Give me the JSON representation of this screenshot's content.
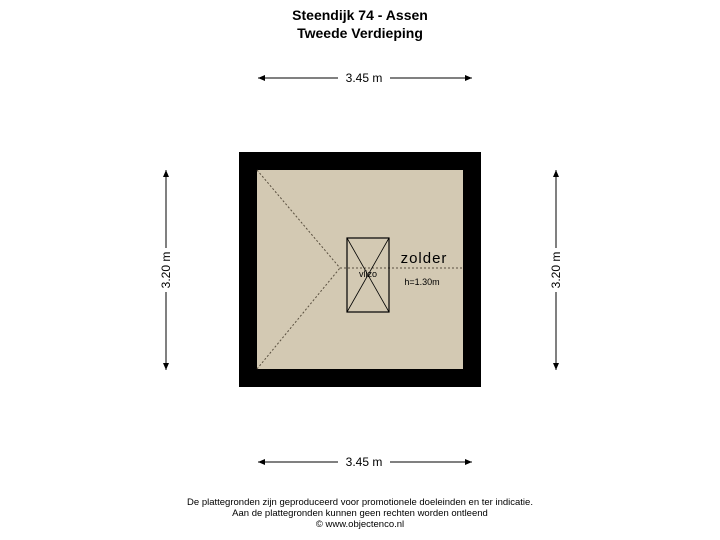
{
  "header": {
    "title": "Steendijk 74 - Assen",
    "subtitle": "Tweede Verdieping"
  },
  "dimensions": {
    "top_width": "3.45 m",
    "bottom_width": "3.45 m",
    "left_height": "3.20 m",
    "right_height": "3.20 m"
  },
  "room": {
    "name": "zolder",
    "height_note": "h=1.30m",
    "hatch_label": "vlizo"
  },
  "colors": {
    "floor_fill": "#d3c9b3",
    "wall": "#000000"
  },
  "footer": {
    "line1": "De plattegronden zijn geproduceerd voor promotionele doeleinden en ter indicatie.",
    "line2": "Aan de plattegronden kunnen geen rechten worden ontleend",
    "line3": "© www.objectenco.nl"
  }
}
